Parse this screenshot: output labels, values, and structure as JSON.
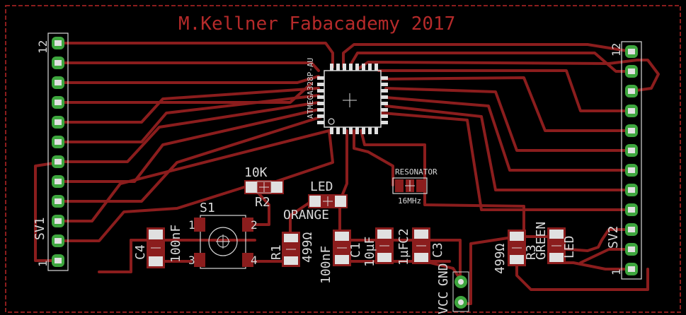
{
  "title": "M.Kellner Fabacademy 2017",
  "colors": {
    "background": "#000000",
    "trace": "#8b1d1d",
    "border": "#8b1d1d",
    "silk": "#d8d8d8",
    "pad_fill": "#e0e0e0",
    "pin_green": "#3ea63e",
    "title_color": "#b52a2a"
  },
  "labels": {
    "mcu": "ATMEGA328P-AU",
    "r2_value": "10K",
    "r2_name": "R2",
    "led_orange_top": "LED",
    "led_orange_bottom": "ORANGE",
    "resonator_name": "RESONATOR",
    "resonator_value": "16MHz",
    "switch": "S1",
    "c4_name": "C4",
    "c4_value": "100nF",
    "r1_name": "R1",
    "r1_value": "499Ω",
    "c1_value": "100nF",
    "c1_name": "C1",
    "c2_value": "10µF",
    "c2_value2": "1µF",
    "c2_name": "C2",
    "c3_name": "C3",
    "vcc": "VCC",
    "gnd": "GND",
    "r3_value": "499Ω",
    "r3_name": "R3",
    "green_led_top": "GREEN",
    "green_led_bottom": "LED",
    "sv1": "SV1",
    "sv2": "SV2",
    "pin1": "1",
    "pin12": "12",
    "sw_pin1": "1",
    "sw_pin2": "2",
    "sw_pin3": "3",
    "sw_pin4": "4"
  }
}
